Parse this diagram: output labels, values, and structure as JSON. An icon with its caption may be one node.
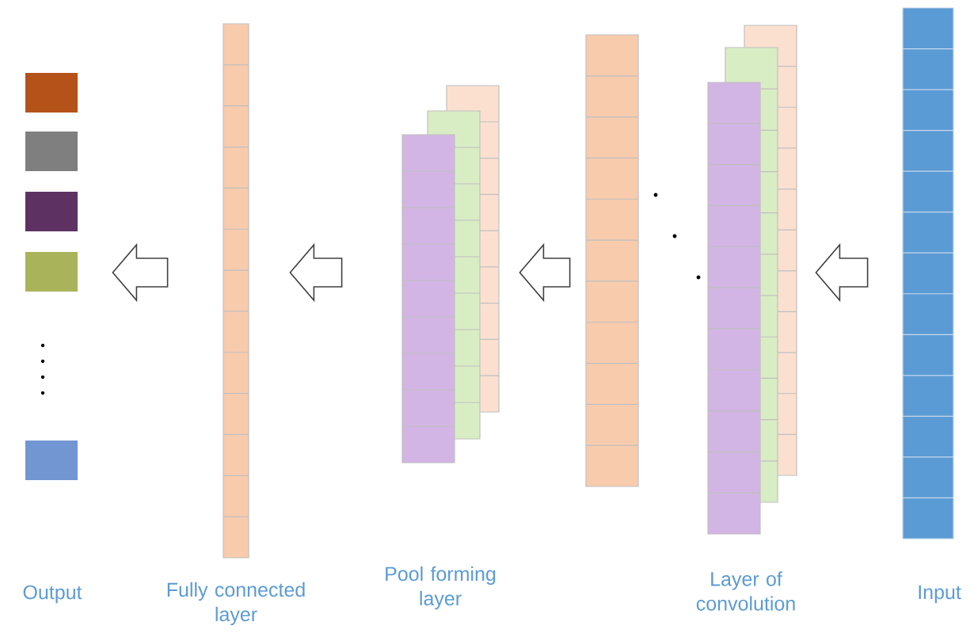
{
  "diagram": {
    "nodes": [
      {
        "text": [
          "Output"
        ]
      },
      {
        "text": [
          "Fully connected layer"
        ]
      },
      {
        "text": [
          "Pool forming layer"
        ]
      },
      {
        "text": [
          "Layer of convolution"
        ]
      },
      {
        "text": [
          "Input"
        ]
      }
    ],
    "edges": [
      {
        "from": 4,
        "to": 3,
        "arrow": "to"
      },
      {
        "from": 3,
        "to": 2,
        "arrow": "to"
      },
      {
        "from": 2,
        "to": 1,
        "arrow": "to"
      },
      {
        "from": 1,
        "to": 0,
        "arrow": "to"
      }
    ]
  }
}
